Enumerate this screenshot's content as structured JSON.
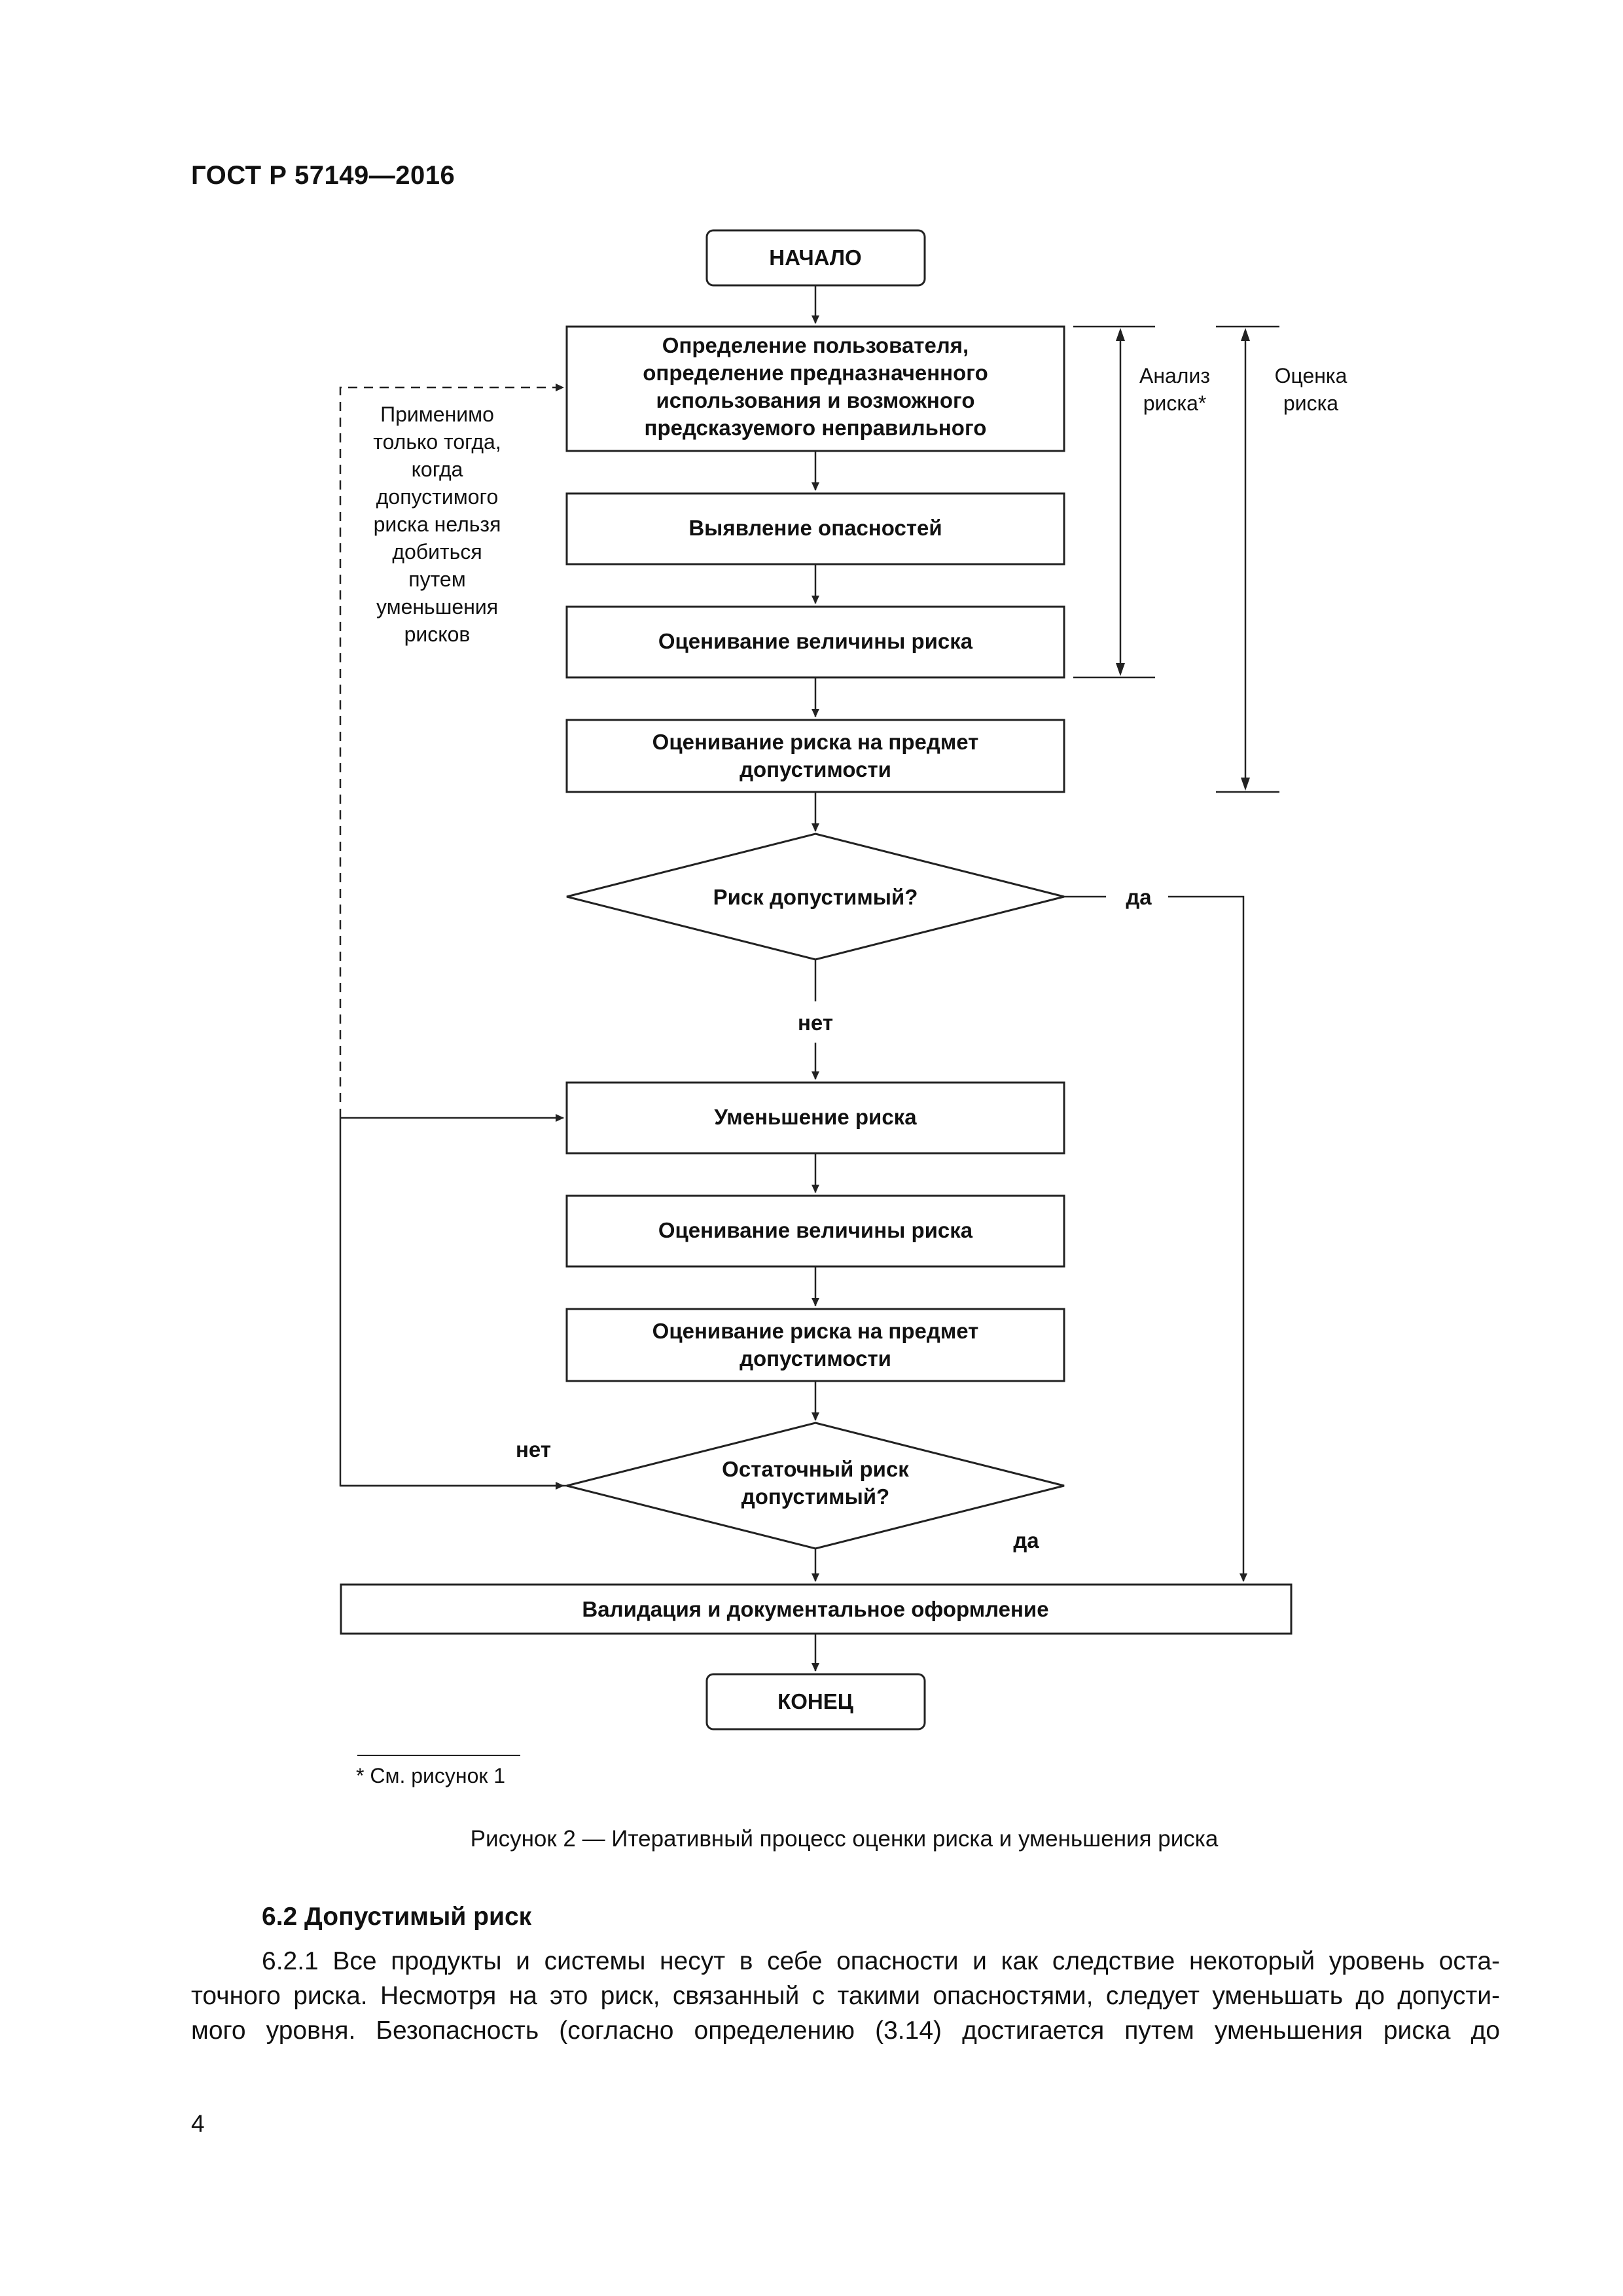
{
  "header": {
    "document_code": "ГОСТ Р 57149—2016"
  },
  "flowchart": {
    "start": "НАЧАЛО",
    "step1": [
      "Определение пользователя,",
      "определение предназначенного",
      "использования и возможного",
      "предсказуемого неправильного"
    ],
    "step2": "Выявление опасностей",
    "step3": "Оценивание величины риска",
    "step4": [
      "Оценивание риска на предмет",
      "допустимости"
    ],
    "decision1": "Риск допустимый?",
    "decision1_yes": "да",
    "decision1_no": "нет",
    "step5": "Уменьшение риска",
    "step6": "Оценивание величины риска",
    "step7": [
      "Оценивание риска на предмет",
      "допустимости"
    ],
    "decision2": [
      "Остаточный риск",
      "допустимый?"
    ],
    "decision2_no": "нет",
    "decision2_yes": "да",
    "step8": "Валидация и документальное оформление",
    "end": "КОНЕЦ",
    "side_note": [
      "Применимо",
      "только тогда,",
      "когда",
      "допустимого",
      "риска нельзя",
      "добиться",
      "путем",
      "уменьшения",
      "рисков"
    ],
    "bracket_analysis": [
      "Анализ",
      "риска*"
    ],
    "bracket_assessment": [
      "Оценка",
      "риска"
    ],
    "footnote": "* См. рисунок 1"
  },
  "caption": "Рисунок  2 — Итеративный процесс оценки риска и уменьшения риска",
  "section": {
    "title": "6.2  Допустимый риск"
  },
  "paragraph": {
    "lines": [
      "6.2.1  Все продукты и системы несут в себе опасности и как следствие некоторый уровень оста-",
      "точного риска. Несмотря на это риск, связанный с такими опасностями, следует уменьшать до допусти-",
      "мого уровня. Безопасность (согласно определению (3.14) достигается путем уменьшения риска до"
    ]
  },
  "page_number": "4"
}
